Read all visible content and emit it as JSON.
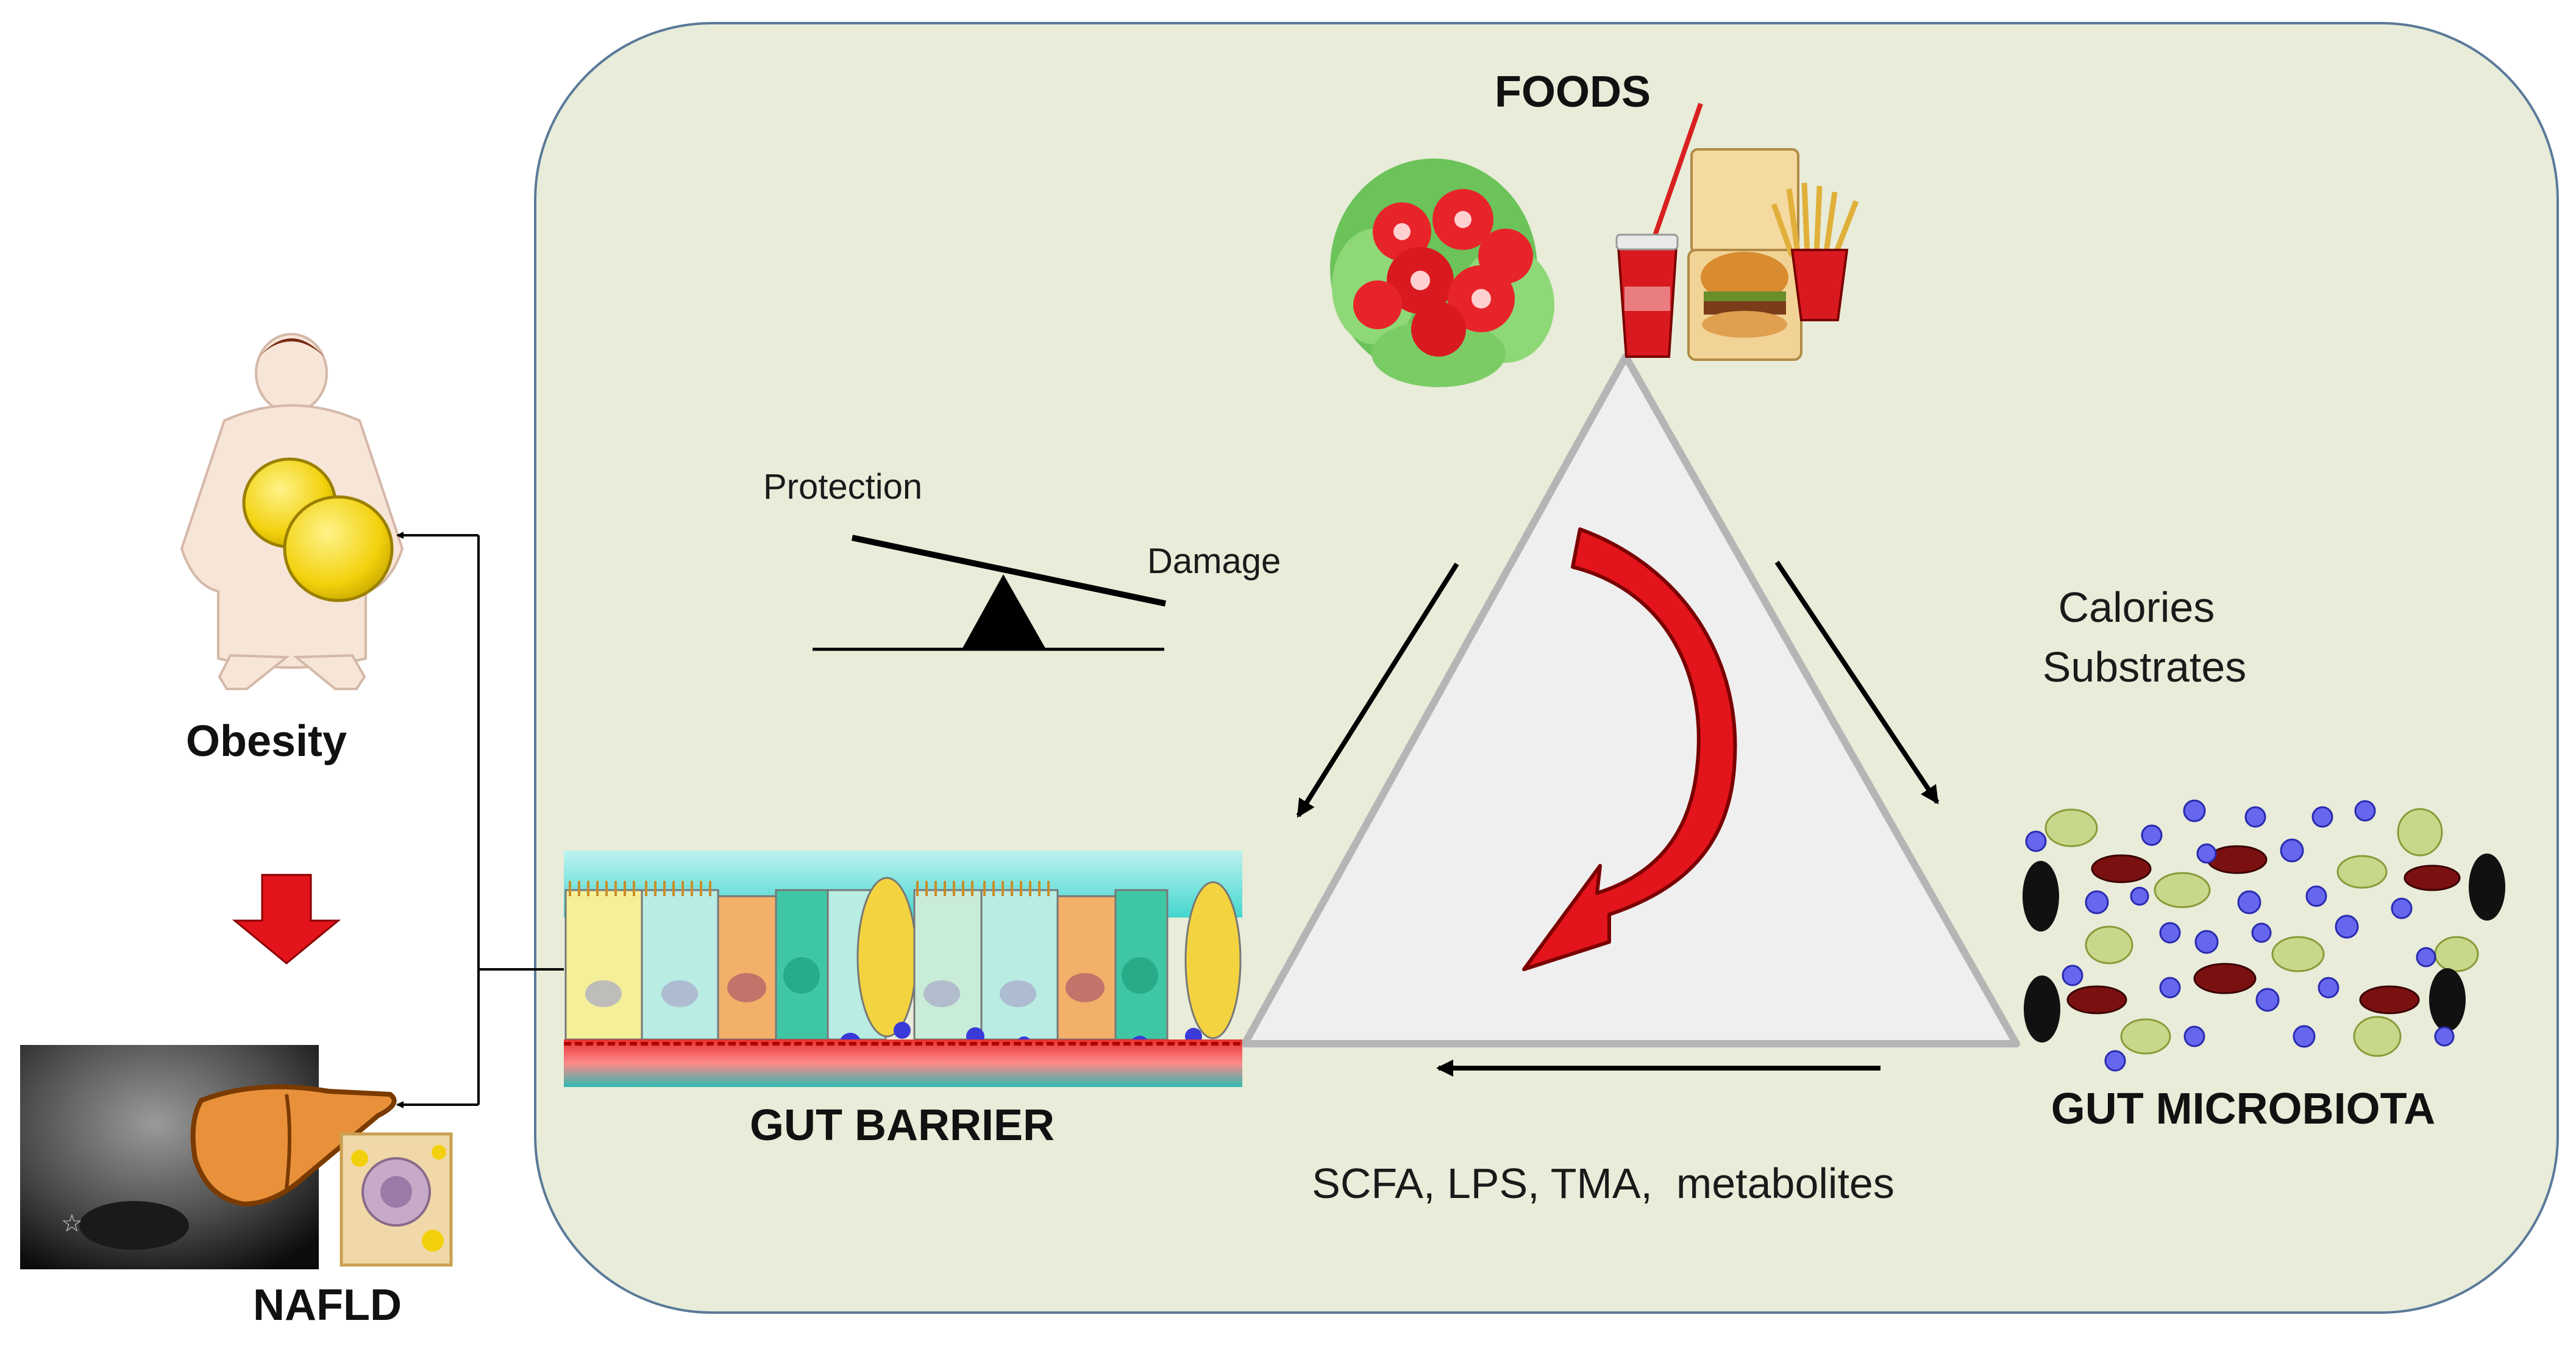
{
  "labels": {
    "foods": "FOODS",
    "obesity": "Obesity",
    "nafld": "NAFLD",
    "gut_barrier": "GUT BARRIER",
    "gut_microbiota": "GUT MICROBIOTA",
    "protection": "Protection",
    "damage": "Damage",
    "calories": "Calories",
    "substrates": "Substrates",
    "metabolites": "SCFA, LPS, TMA,  metabolites"
  },
  "colors": {
    "panel_fill": "#e8ecd9",
    "panel_border": "#5b7a99",
    "triangle_fill": "#efefef",
    "triangle_stroke": "#b5b5b5",
    "curved_arrow": "#e3141b",
    "down_arrow": "#e3141b",
    "liver": "#e8913a",
    "fat": "#f2d10c"
  },
  "icons": {
    "obese_person": "obese-person-illustration",
    "liver_ultrasound": "liver-ultrasound-illustration",
    "hepatocyte": "hepatocyte-illustration",
    "foods": "food-illustration",
    "epithelium": "intestinal-epithelium-illustration",
    "bacteria": "bacteria-cluster-illustration",
    "seesaw": "seesaw-balance-icon"
  }
}
